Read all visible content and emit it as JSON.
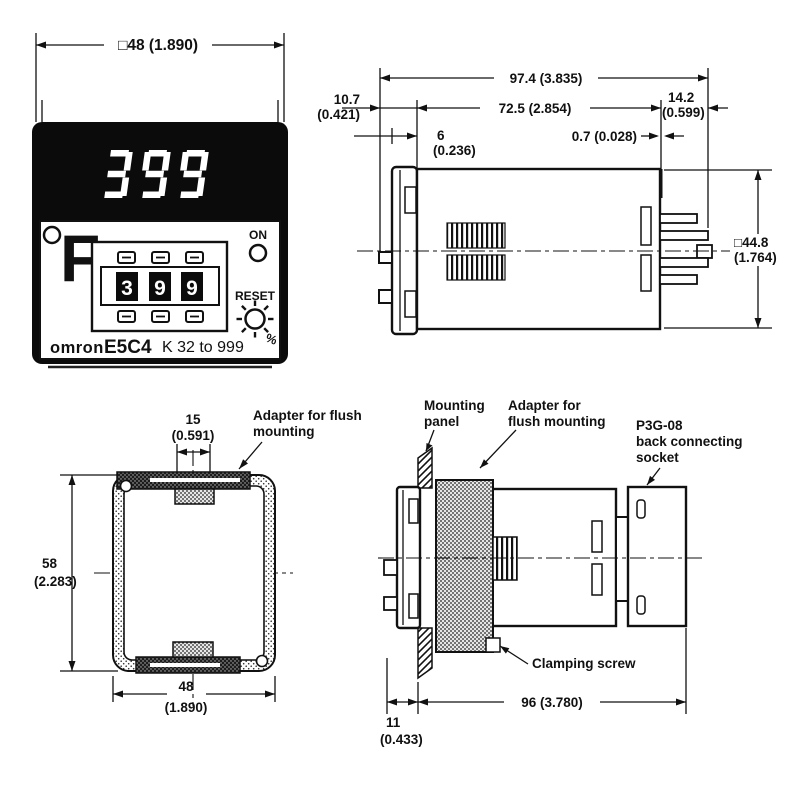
{
  "front_view": {
    "dim_width": "□48 (1.890)",
    "display_value": "399",
    "temp_unit": "F",
    "on_label": "ON",
    "reset_label": "RESET",
    "percent_label": "%",
    "thumbwheel": {
      "d1": "3",
      "d2": "9",
      "d3": "9"
    },
    "brand": "omron",
    "model": "E5C4",
    "range_label": "K 32 to 999"
  },
  "side_view": {
    "dim_total": "97.4 (3.835)",
    "dim_front_mm": "10.7",
    "dim_front_in": "(0.421)",
    "dim_case": "72.5 (2.854)",
    "dim_rear_mm": "14.2",
    "dim_rear_in": "(0.599)",
    "dim_latch_mm": "6",
    "dim_latch_in": "(0.236)",
    "dim_flange": "0.7 (0.028)",
    "dim_square_mm": "□44.8",
    "dim_square_in": "(1.764)"
  },
  "rear_view": {
    "dim_tab_mm": "15",
    "dim_tab_in": "(0.591)",
    "adapter_line1": "Adapter for flush",
    "adapter_line2": "mounting",
    "dim_h_mm": "58",
    "dim_h_in": "(2.283)",
    "dim_w_mm": "48",
    "dim_w_in": "(1.890)"
  },
  "mounted_view": {
    "panel_line1": "Mounting",
    "panel_line2": "panel",
    "adapter_line1": "Adapter for",
    "adapter_line2": "flush mounting",
    "socket_line1": "P3G-08",
    "socket_line2": "back connecting",
    "socket_line3": "socket",
    "clamp_label": "Clamping screw",
    "dim_depth": "96 (3.780)",
    "dim_panel_mm": "11",
    "dim_panel_in": "(0.433)"
  }
}
